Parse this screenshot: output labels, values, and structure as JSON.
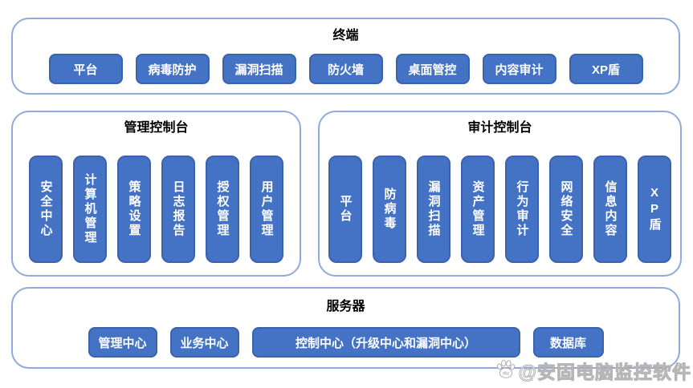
{
  "colors": {
    "button_fill": "#4472C4",
    "button_border": "#3A62AE",
    "panel_border": "#8FAADC"
  },
  "sections": {
    "terminal": {
      "title": "终端",
      "buttons": [
        "平台",
        "病毒防护",
        "漏洞扫描",
        "防火墙",
        "桌面管控",
        "内容审计",
        "XP盾"
      ]
    },
    "management_console": {
      "title": "管理控制台",
      "buttons": [
        "安全中心",
        "计算机管理",
        "策略设置",
        "日志报告",
        "授权管理",
        "用户管理"
      ]
    },
    "audit_console": {
      "title": "审计控制台",
      "buttons": [
        "平台",
        "防病毒",
        "漏洞扫描",
        "资产管理",
        "行为审计",
        "网络安全",
        "信息内容",
        "XP盾"
      ]
    },
    "server": {
      "title": "服务器",
      "buttons": [
        "管理中心",
        "业务中心",
        "控制中心（升级中心和漏洞中心）",
        "数据库"
      ]
    }
  },
  "watermark": {
    "icon": "baidu-paw-icon",
    "text": "@安固电脑监控软件"
  }
}
